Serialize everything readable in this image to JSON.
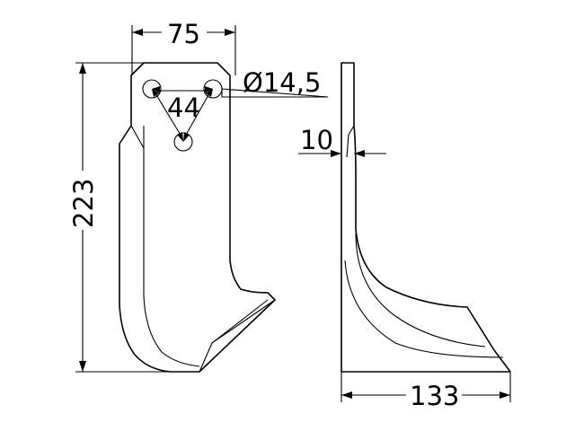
{
  "drawing": {
    "dimensions": {
      "width_top": "75",
      "height": "223",
      "hole_diameter": "Ø14,5",
      "hole_spacing": "44",
      "thickness": "10",
      "depth": "133"
    }
  }
}
